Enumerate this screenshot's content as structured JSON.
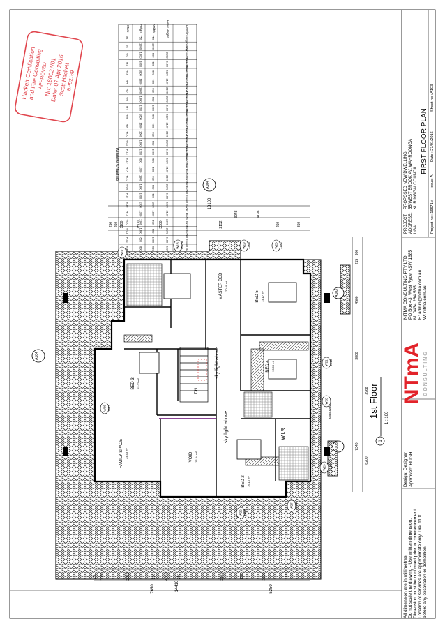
{
  "stamp": {
    "line1": "Hackett Certification",
    "line2": "and Fire Consulting",
    "line3": "APPROVED",
    "line4": "No: 160027/01",
    "line5": "Date: 07 Apr 2016",
    "line6": "Scott Hackett",
    "line7": "BPB2169"
  },
  "window_schedule": {
    "title": "Window Schedule",
    "headers": [
      "Mark",
      "Height",
      "Width",
      "Head Height",
      "Level"
    ],
    "rows": [
      [
        "S1",
        "750",
        "750",
        "",
        "Ceiling"
      ],
      [
        "S2",
        "1200",
        "1200",
        "",
        "Ceiling"
      ],
      [
        "W1",
        "1800",
        "600",
        "2100",
        "Ground floor"
      ],
      [
        "W2",
        "1800",
        "600",
        "2100",
        "Ground floor"
      ],
      [
        "W3",
        "1800",
        "600",
        "2100",
        "Ground floor"
      ],
      [
        "W4",
        "1800",
        "600",
        "2100",
        "Ground floor"
      ],
      [
        "W5",
        "1800",
        "600",
        "2100",
        "Ground floor"
      ],
      [
        "W6",
        "1800",
        "600",
        "2100",
        "Ground floor"
      ],
      [
        "W7",
        "1200",
        "1800",
        "2100",
        "Ground floor"
      ],
      [
        "W8",
        "1600",
        "600",
        "2100",
        "Ground floor"
      ],
      [
        "W9",
        "1600",
        "600",
        "2100",
        "Ground floor"
      ],
      [
        "W10",
        "1600",
        "600",
        "2100",
        "Ground floor"
      ],
      [
        "W11",
        "1600",
        "600",
        "2100",
        "Ground floor"
      ],
      [
        "W12",
        "1200",
        "1500",
        "2100",
        "Ground floor"
      ],
      [
        "W13",
        "600",
        "600",
        "2100",
        "Ground floor"
      ],
      [
        "W14",
        "1300",
        "600",
        "2100",
        "1st Floor"
      ],
      [
        "W15",
        "1300",
        "600",
        "2100",
        "1st Floor"
      ],
      [
        "W16",
        "1300",
        "600",
        "2100",
        "1st Floor"
      ],
      [
        "W17",
        "1300",
        "600",
        "2100",
        "1st Floor"
      ],
      [
        "W18",
        "1300",
        "1800",
        "2100",
        "1st Floor"
      ],
      [
        "W19",
        "1300",
        "1800",
        "2100",
        "1st Floor"
      ],
      [
        "W20",
        "1300",
        "600",
        "2200",
        "1st Floor"
      ],
      [
        "W21",
        "1300",
        "600",
        "2100",
        "1st Floor"
      ],
      [
        "W22",
        "600",
        "1800",
        "2100",
        "1st Floor"
      ],
      [
        "W23",
        "600",
        "910",
        "2100",
        "1st Floor"
      ],
      [
        "W24",
        "600",
        "910",
        "2100",
        "1st Floor"
      ],
      [
        "W25",
        "600",
        "910",
        "2100",
        "1st Floor"
      ],
      [
        "W26",
        "600",
        "910",
        "2100",
        "1st Floor"
      ],
      [
        "W27",
        "1300",
        "2000",
        "2100",
        "1st Floor"
      ],
      [
        "W28",
        "600",
        "900",
        "2100",
        "1st Floor"
      ],
      [
        "W29",
        "800",
        "2000",
        "2100",
        "1st Floor"
      ],
      [
        "W30",
        "1300",
        "2400",
        "2100",
        "1st Floor"
      ],
      [
        "W31",
        "600",
        "1800",
        "2100",
        "1st Floor"
      ],
      [
        "W32",
        "600",
        "910",
        "2100",
        "1st Floor"
      ]
    ]
  },
  "plan": {
    "rooms": {
      "master": "MASTER BED",
      "master_area": "20.68 m²",
      "bed5": "BED 5",
      "bed5_area": "14.17 m²",
      "bed4": "BED 4",
      "bed4_area": "13.98 m²",
      "bed3": "BED 3",
      "bed3_area": "15.02 m²",
      "bed2": "BED 2",
      "bed2_area": "16.15 m²",
      "family": "FAMILY SPACE",
      "family_area": "24.53 m²",
      "void": "VOID",
      "void_area": "15.34 m²",
      "wir": "W.I.R",
      "skylight1": "sky light above",
      "skylight2": "sky light above",
      "dn": "DN"
    },
    "top_dims": [
      "1100",
      "1500",
      "3500",
      "2152",
      "3948",
      "4198",
      "250",
      "850",
      "250",
      "250"
    ],
    "top_total": "13100",
    "left_dims": [
      "250",
      "1060",
      "2950",
      "250",
      "4660",
      "250",
      "3150",
      "250",
      "1500",
      "1000"
    ],
    "left_total": "14410",
    "left_sub": "7650",
    "left_sub2": "5250",
    "right_dims": [
      "900",
      "215",
      "4500",
      "3800",
      "3968",
      "7340",
      "6200"
    ],
    "section_refs": [
      "A104",
      "A104",
      "A103",
      "A103"
    ],
    "window_tags": [
      "W17",
      "W18",
      "W19",
      "W20",
      "W21",
      "W22",
      "W26",
      "W27",
      "W28",
      "W29"
    ],
    "tag_sizes": [
      "1306",
      "12x18",
      "1306",
      "1222",
      "0618",
      "1306",
      "1222",
      "0618",
      "2747"
    ],
    "label_awning": "AWN-0606",
    "title_main": "1st Floor",
    "scale": "1 : 100"
  },
  "notes": {
    "line1": "All dimension are in millimetres.",
    "line2": "Do not scale the drawing - Use written dimension.",
    "line3": "Dimension must be confirmed prior to commencement.",
    "line4": "Location of services are approximate only. Dial 1100",
    "line5": "before any excavation or demolition."
  },
  "design": {
    "designer": "Design: Designer",
    "approved": "Approved: HUGH"
  },
  "company": {
    "logo_text": "NTmA",
    "logo_sub": "CONSULTING",
    "name": "NITMA CONSULTING PTY LTD",
    "addr": "PO Box 43, West Ryde NSW 1685",
    "phone": "M: 0434 284 565",
    "email": "E: admin@nitma.com.au",
    "web": "W: nitma.com.au"
  },
  "project": {
    "project_label": "PROJECT:",
    "project_val": "PROPOSED NEW DWELLING",
    "address_label": "ADDRESS:",
    "address_val": "55  WEST BROOK AV, WAHROONGA",
    "lga_label": "LGA:",
    "lga_val": "KURINGGAI COUNCIL",
    "sheet_title": "FIRST FLOOR PLAN",
    "project_no": "Project no : 16671M",
    "issue": "Issue:  A",
    "date": "Date : 27/01/2016",
    "sheet_no": "Sheet no :  A103"
  },
  "colors": {
    "stamp": "#e0454d",
    "logo_red": "#e2232a",
    "logo_grey": "#8f8f8f",
    "line": "#000000",
    "hatch": "#3a3a3a",
    "purple": "#7a2a86"
  }
}
